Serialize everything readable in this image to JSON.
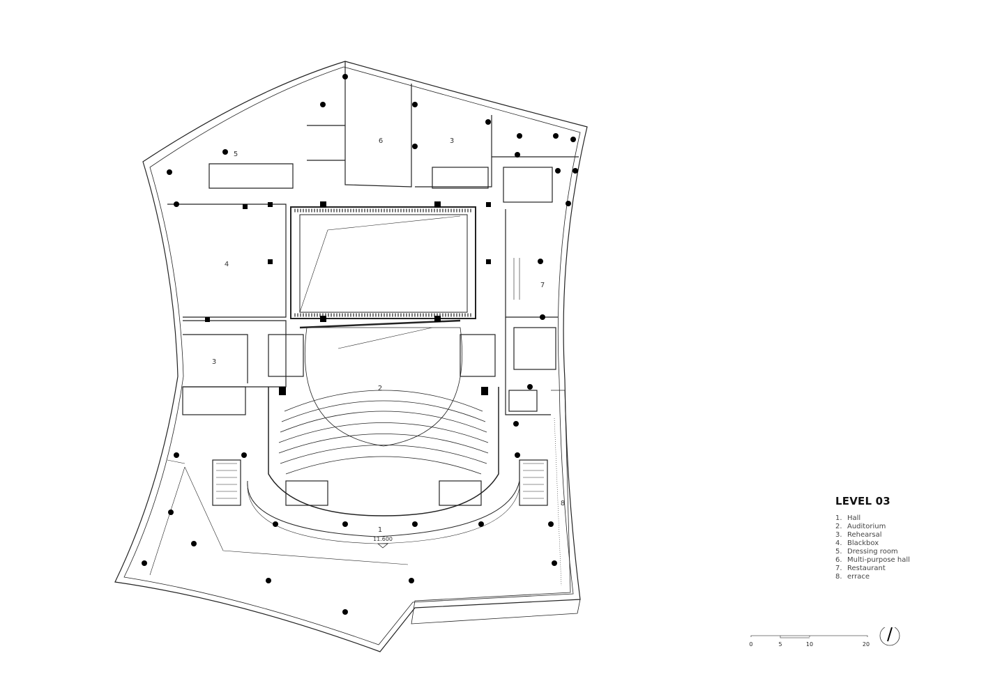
{
  "legend": {
    "title": "LEVEL 03",
    "items": [
      {
        "num": "1.",
        "label": "Hall"
      },
      {
        "num": "2.",
        "label": "Auditorium"
      },
      {
        "num": "3.",
        "label": "Rehearsal"
      },
      {
        "num": "4.",
        "label": "Blackbox"
      },
      {
        "num": "5.",
        "label": "Dressing room"
      },
      {
        "num": "6.",
        "label": "Multi-purpose hall"
      },
      {
        "num": "7.",
        "label": "Restaurant"
      },
      {
        "num": "8.",
        "label": "errace"
      }
    ]
  },
  "plan": {
    "room_labels": {
      "r1": "1",
      "r2": "2",
      "r3a": "3",
      "r3b": "3",
      "r4": "4",
      "r5": "5",
      "r6": "6",
      "r7": "7",
      "r8": "8"
    },
    "elevation": "11.600"
  },
  "scale_bar": {
    "ticks": [
      "0",
      "5",
      "10",
      "20"
    ],
    "unit_icon": "north-arrow-icon"
  }
}
